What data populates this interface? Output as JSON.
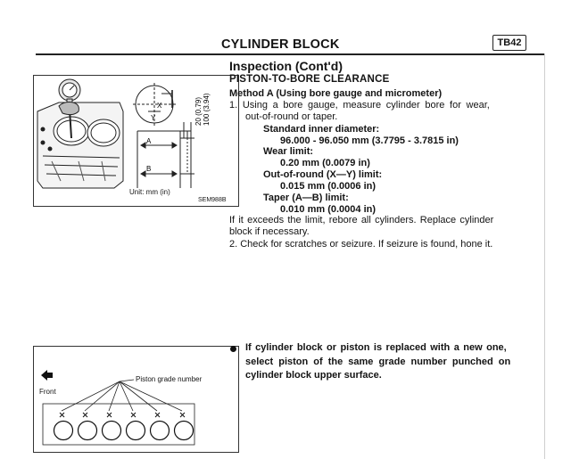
{
  "header": {
    "title": "CYLINDER BLOCK",
    "code": "TB42"
  },
  "inspection": {
    "heading": "Inspection (Cont'd)",
    "subheading": "PISTON-TO-BORE CLEARANCE",
    "method": "Method A (Using bore gauge and micrometer)",
    "step1_line1": "1.  Using a bore gauge, measure cylinder bore for wear,",
    "step1_line2": "out-of-round or taper.",
    "std_label": "Standard inner diameter:",
    "std_value": "96.000 - 96.050 mm (3.7795 - 3.7815 in)",
    "wear_label": "Wear limit:",
    "wear_value": "0.20 mm (0.0079 in)",
    "oor_label": "Out-of-round (X—Y) limit:",
    "oor_value": "0.015 mm (0.0006 in)",
    "taper_label": "Taper (A—B) limit:",
    "taper_value": "0.010 mm (0.0004 in)",
    "exceed_line1": "If it exceeds the limit, rebore all cylinders. Replace cylinder",
    "exceed_line2": "block if necessary.",
    "step2": "2.  Check for scratches or seizure. If seizure is found, hone it."
  },
  "note": {
    "line1": "If cylinder block or piston is replaced with a new one,",
    "line2": "select piston of the same grade number punched on",
    "line3": "cylinder block upper surface."
  },
  "figure1": {
    "unit": "Unit: mm (in)",
    "code": "SEM988B",
    "dim1": "20 (0.79)",
    "dim2": "100 (3.94)",
    "label_x": "X",
    "label_y": "Y",
    "label_a": "A",
    "label_b": "B"
  },
  "figure2": {
    "front": "Front",
    "callout": "Piston grade number"
  }
}
